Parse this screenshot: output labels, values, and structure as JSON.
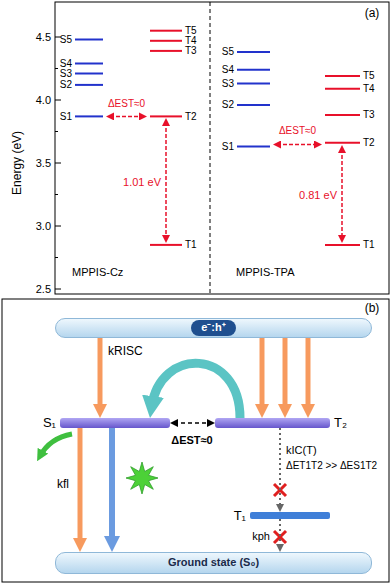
{
  "diagram": {
    "nodes": [
      {
        "text": [
          "e⁻:h⁺"
        ]
      },
      {
        "text": [
          "S₁"
        ]
      },
      {
        "text": [
          "T₂"
        ]
      },
      {
        "text": [
          "T₁"
        ]
      },
      {
        "text": [
          "Ground state (S₀)"
        ]
      }
    ],
    "edges": [
      {
        "from": 0,
        "to": 1,
        "arrow": "to"
      },
      {
        "from": 0,
        "to": 2,
        "arrow": "to"
      },
      {
        "from": 0,
        "to": 2,
        "arrow": "to"
      },
      {
        "from": 0,
        "to": 2,
        "arrow": "to"
      },
      {
        "from": 2,
        "to": 1,
        "label": "kRISC",
        "arrow": "to"
      },
      {
        "from": 1,
        "to": 2,
        "label": "ΔEST≈0",
        "arrow": "both"
      },
      {
        "from": 1,
        "to": 4,
        "label": "kfl",
        "arrow": "to"
      },
      {
        "from": 1,
        "to": 4,
        "arrow": "to"
      },
      {
        "from": 2,
        "to": 3,
        "label": "kIC(T)",
        "arrow": "to"
      },
      {
        "from": 3,
        "to": 4,
        "label": "kph",
        "arrow": "to"
      }
    ],
    "labels": [
      "(a)",
      "4.5",
      "4.0",
      "3.5",
      "3.0",
      "2.5",
      "Energy (eV)",
      "S5",
      "S4",
      "S3",
      "S2",
      "S1",
      "T5",
      "T4",
      "T3",
      "T2",
      "T1",
      "ΔEST≈0",
      "1.01 eV",
      "MPPIS-Cz",
      "S5",
      "S4",
      "S3",
      "S2",
      "S1",
      "T5",
      "T4",
      "T3",
      "T2",
      "T1",
      "ΔEST≈0",
      "0.81 eV",
      "MPPIS-TPA",
      "(b)",
      "ΔET1T2 >> ΔES1T2"
    ]
  }
}
